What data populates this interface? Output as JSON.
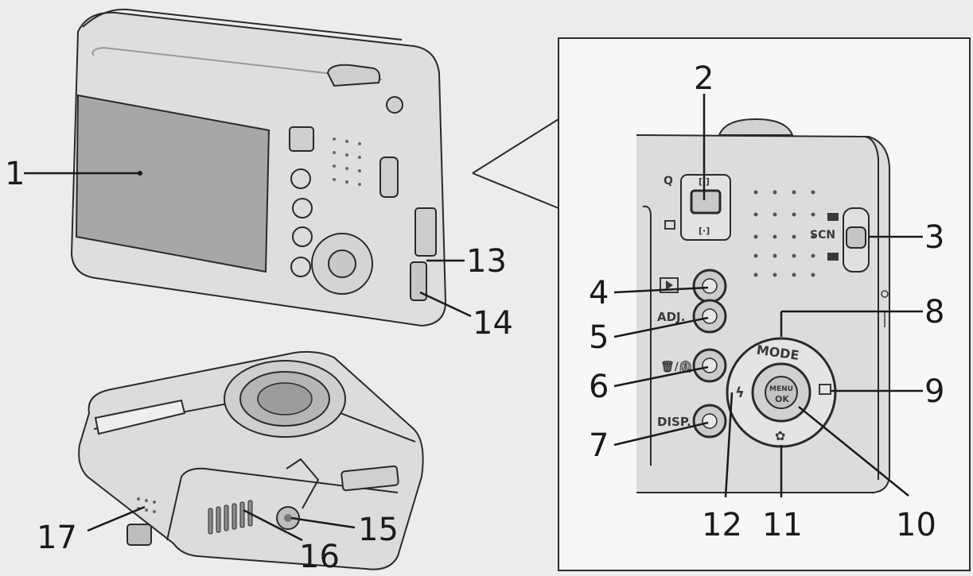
{
  "callouts": {
    "c1": "1",
    "c2": "2",
    "c3": "3",
    "c4": "4",
    "c5": "5",
    "c6": "6",
    "c7": "7",
    "c8": "8",
    "c9": "9",
    "c10": "10",
    "c11": "11",
    "c12": "12",
    "c13": "13",
    "c14": "14",
    "c15": "15",
    "c16": "16",
    "c17": "17"
  },
  "camera_labels": {
    "adj": "ADJ.",
    "disp": "DISP.",
    "mode": "MODE",
    "scn": "SCN",
    "menu": "MENU",
    "ok": "OK",
    "trash_timer": "🗑/⏲",
    "flash": "ϟ",
    "macro": "✿"
  },
  "colors": {
    "background": "#ececec",
    "camera_body": "#d9d9d9",
    "screen": "#a9a9a9",
    "outline": "#2a2a2a",
    "text": "#1a1a1a"
  }
}
